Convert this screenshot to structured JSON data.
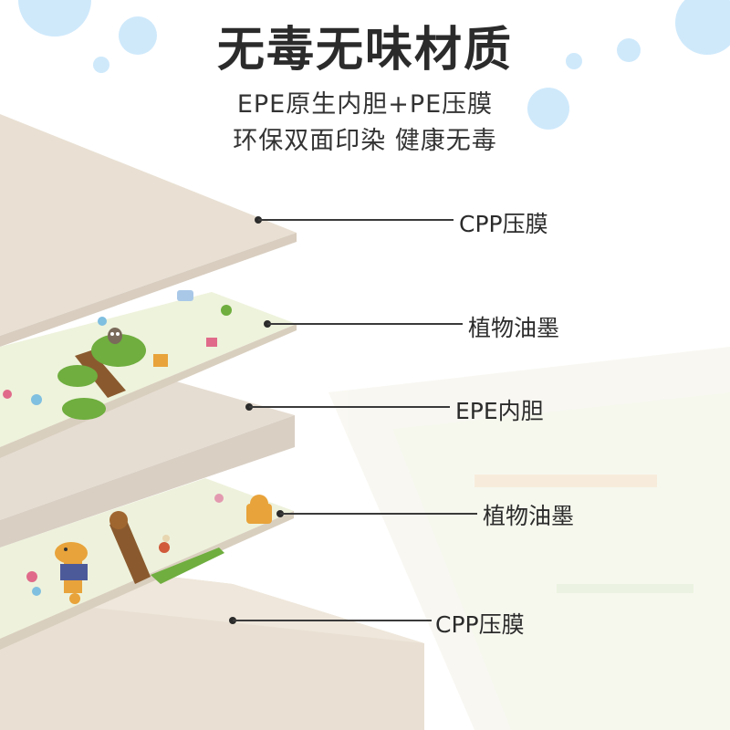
{
  "header": {
    "title": "无毒无味材质",
    "subtitle_line1": "EPE原生内胆+PE压膜",
    "subtitle_line2": "环保双面印染 健康无毒"
  },
  "layers": [
    {
      "label": "CPP压膜"
    },
    {
      "label": "植物油墨"
    },
    {
      "label": "EPE内胆"
    },
    {
      "label": "植物油墨"
    },
    {
      "label": "CPP压膜"
    }
  ],
  "colors": {
    "film": "#e8dfd2",
    "film_edge": "#d8cdbf",
    "printed": "#eef3dc",
    "foam": "#e4dcd2",
    "bubble": "#cfe9fb",
    "tree_trunk": "#8a5a2e",
    "leaf": "#6fae3f"
  },
  "icons": [
    "tree-illustration",
    "owl-icon",
    "giraffe-illustration",
    "crocodile-illustration",
    "bubble-decoration"
  ]
}
